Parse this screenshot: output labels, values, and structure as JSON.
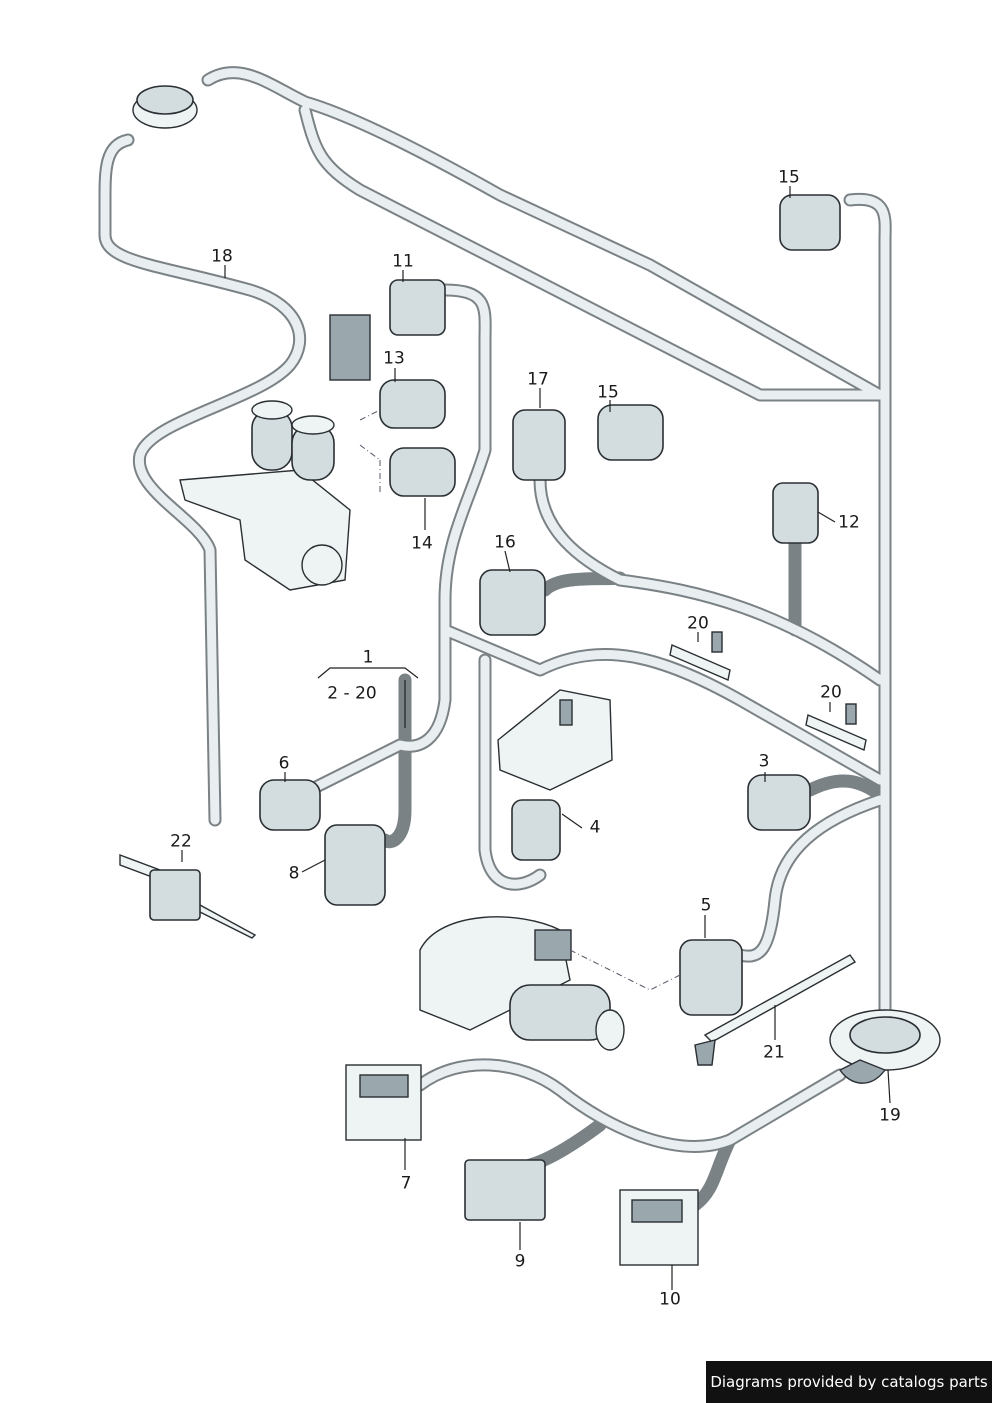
{
  "callouts": [
    {
      "id": "1",
      "text": "1"
    },
    {
      "id": "2-20",
      "text": "2 - 20"
    },
    {
      "id": "3",
      "text": "3"
    },
    {
      "id": "4",
      "text": "4"
    },
    {
      "id": "5",
      "text": "5"
    },
    {
      "id": "6",
      "text": "6"
    },
    {
      "id": "7",
      "text": "7"
    },
    {
      "id": "8",
      "text": "8"
    },
    {
      "id": "9",
      "text": "9"
    },
    {
      "id": "10",
      "text": "10"
    },
    {
      "id": "11",
      "text": "11"
    },
    {
      "id": "12",
      "text": "12"
    },
    {
      "id": "13",
      "text": "13"
    },
    {
      "id": "14",
      "text": "14"
    },
    {
      "id": "15a",
      "text": "15"
    },
    {
      "id": "15b",
      "text": "15"
    },
    {
      "id": "16",
      "text": "16"
    },
    {
      "id": "17",
      "text": "17"
    },
    {
      "id": "18",
      "text": "18"
    },
    {
      "id": "19",
      "text": "19"
    },
    {
      "id": "20a",
      "text": "20"
    },
    {
      "id": "20b",
      "text": "20"
    },
    {
      "id": "21",
      "text": "21"
    },
    {
      "id": "22",
      "text": "22"
    }
  ],
  "footer": {
    "credit": "Diagrams provided by catalogs parts"
  }
}
